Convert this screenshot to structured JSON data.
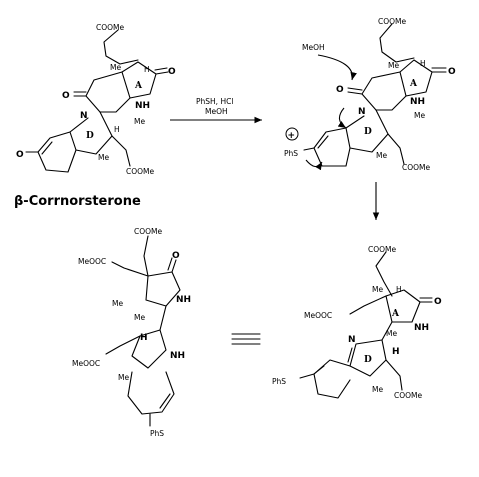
{
  "compound_name": "β-Corrnorsterone",
  "reaction": {
    "reagent_line1": "PhSH, HCl",
    "reagent_line2": "MeOH"
  },
  "labels": {
    "coome": "COOMe",
    "meooc": "MeOOC",
    "me": "Me",
    "nh": "NH",
    "n": "N",
    "h": "H",
    "o": "O",
    "phs": "PhS",
    "meoh": "MeOH",
    "ring_a": "A",
    "ring_d": "D",
    "plus": "+"
  }
}
